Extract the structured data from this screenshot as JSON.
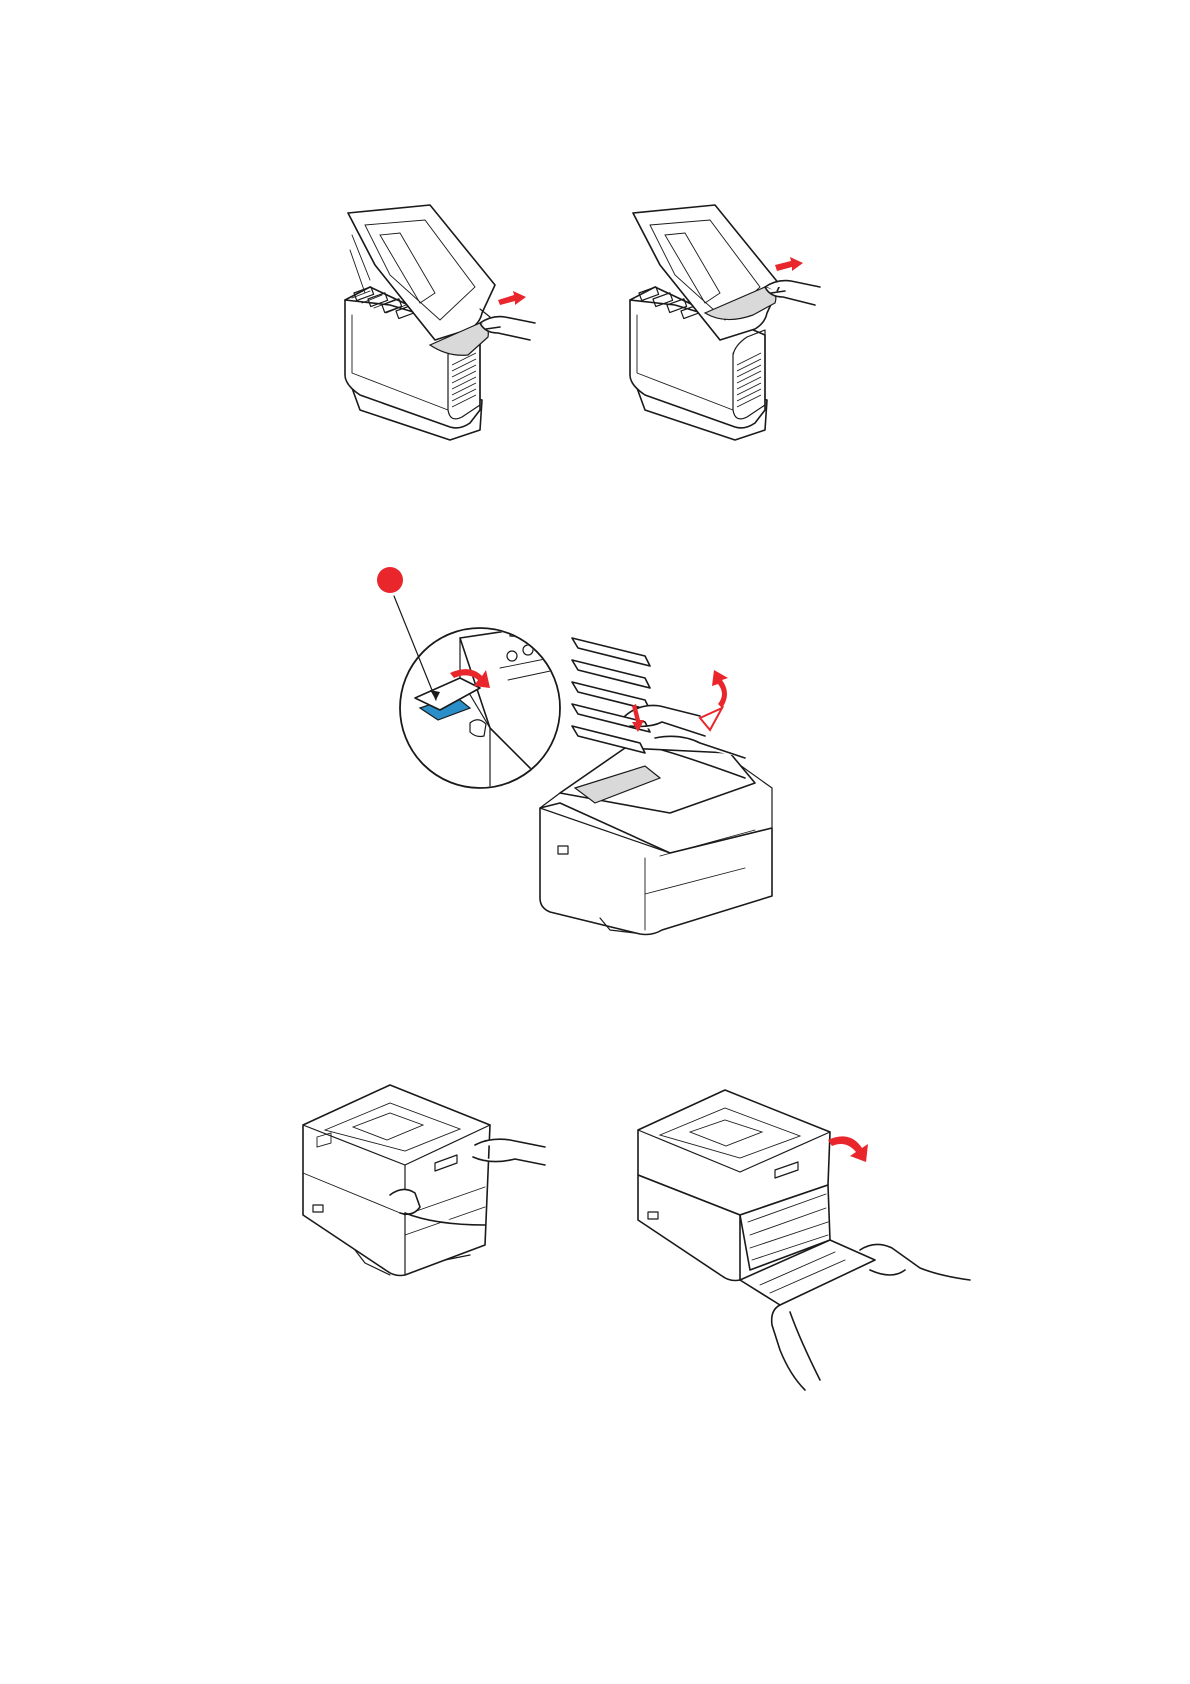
{
  "page": {
    "background": "#ffffff",
    "accent_color": "#e8262b",
    "highlight_color": "#2a8fc9"
  },
  "figures": [
    {
      "id": "fig-top-left",
      "icon": "printer-top-cover-open-paper-removal"
    },
    {
      "id": "fig-top-right",
      "icon": "printer-top-cover-open-paper-removal"
    },
    {
      "id": "fig-middle",
      "icon": "printer-fuser-lever-paper-removal-with-zoom-inset"
    },
    {
      "id": "fig-bottom-left",
      "icon": "printer-closed-hands-holding"
    },
    {
      "id": "fig-bottom-right",
      "icon": "printer-rear-exit-door-open"
    }
  ]
}
